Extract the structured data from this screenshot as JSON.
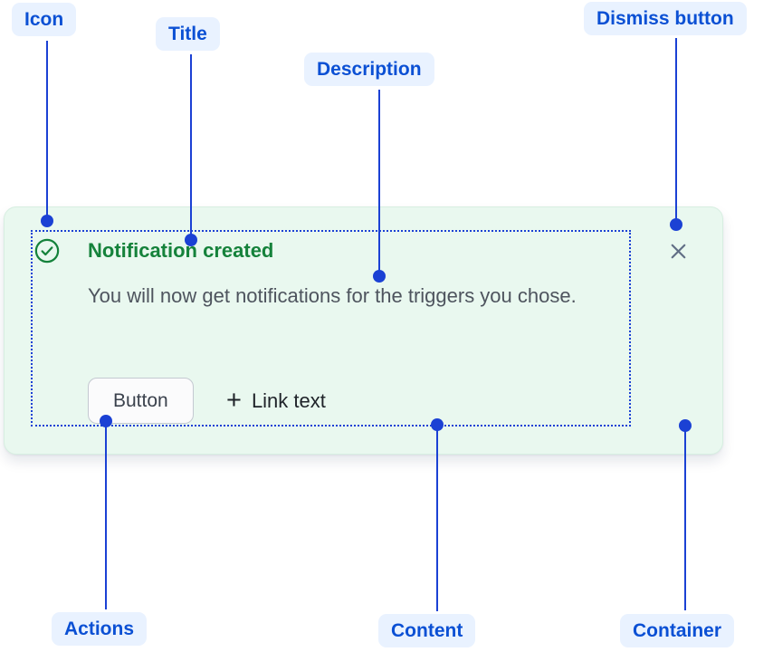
{
  "colors": {
    "label_bg": "#E9F2FF",
    "label_text": "#0B50D4",
    "connector": "#1B41D4",
    "card_bg": "#E9F8EF",
    "card_border": "#D7EFE1",
    "title_green": "#15823B",
    "icon_green": "#15823B",
    "description_text": "#4E545E",
    "dismiss_gray": "#626F86",
    "button_border": "#C4C9D1",
    "button_bg": "#FBFBFC",
    "button_text": "#3B424D",
    "link_text": "#1F2329"
  },
  "annotations": {
    "icon": "Icon",
    "title": "Title",
    "description": "Description",
    "dismiss": "Dismiss button",
    "actions": "Actions",
    "content": "Content",
    "container": "Container"
  },
  "flag": {
    "title": "Notification created",
    "description": "You will now get notifications for the triggers you chose.",
    "button_label": "Button",
    "link_plus": "+",
    "link_label": "Link text",
    "icon_name": "check-circle-icon",
    "dismiss_icon_name": "close-icon"
  }
}
